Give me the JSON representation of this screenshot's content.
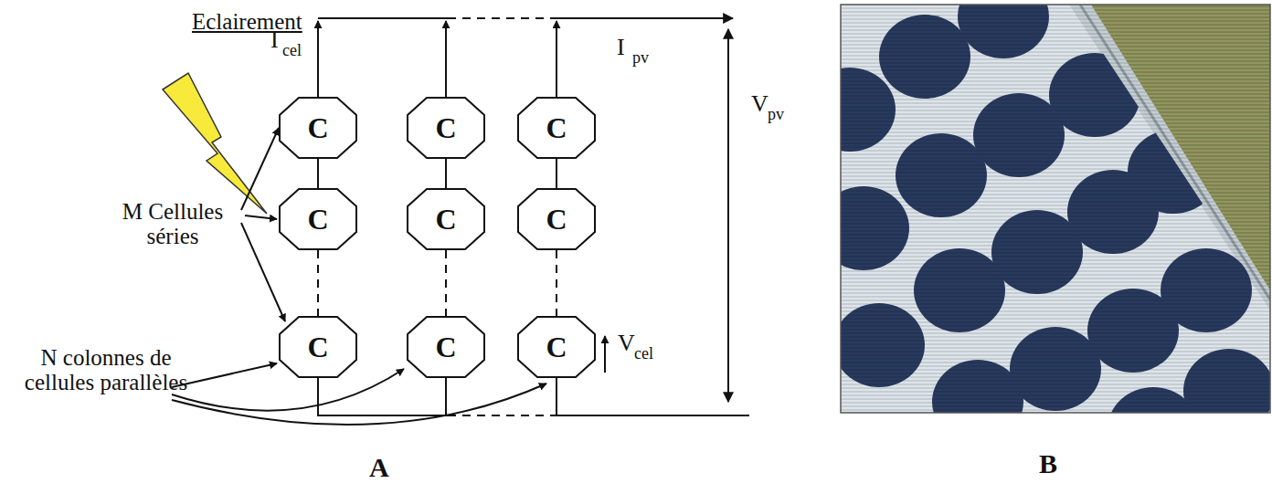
{
  "diagram": {
    "nodes": [
      {
        "text": [
          "C"
        ]
      },
      {
        "text": [
          "C"
        ]
      },
      {
        "text": [
          "C"
        ]
      },
      {
        "text": [
          "C"
        ]
      },
      {
        "text": [
          "C"
        ]
      },
      {
        "text": [
          "C"
        ]
      },
      {
        "text": [
          "C"
        ]
      },
      {
        "text": [
          "C"
        ]
      },
      {
        "text": [
          "C"
        ]
      }
    ],
    "edges": [
      {
        "from": 0,
        "to": 3,
        "arrow": "none"
      },
      {
        "from": 3,
        "to": 6,
        "arrow": "none"
      },
      {
        "from": 1,
        "to": 4,
        "arrow": "none"
      },
      {
        "from": 4,
        "to": 7,
        "arrow": "none"
      },
      {
        "from": 2,
        "to": 5,
        "arrow": "none"
      },
      {
        "from": 5,
        "to": 8,
        "arrow": "none"
      }
    ],
    "labels": [
      "Eclairement",
      "M Cellules séries",
      "N colonnes de cellules parallèles",
      "I",
      "cel",
      "I",
      "pv",
      "V",
      "pv",
      "V",
      "cel",
      "A",
      "B"
    ]
  }
}
